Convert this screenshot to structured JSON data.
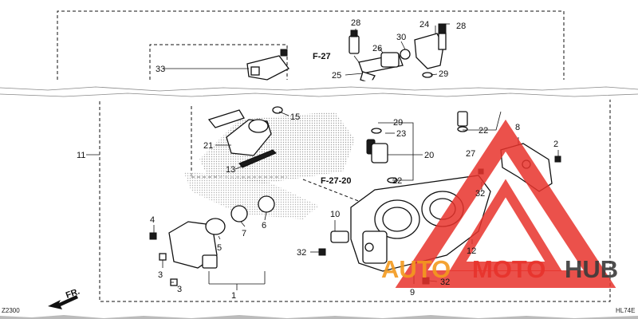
{
  "diagram": {
    "callouts": {
      "n1": "1",
      "n2": "2",
      "n3a": "3",
      "n3b": "3",
      "n4": "4",
      "n5": "5",
      "n6": "6",
      "n7": "7",
      "n8": "8",
      "n9": "9",
      "n10": "10",
      "n11": "11",
      "n12": "12",
      "n13": "13",
      "n15": "15",
      "n20": "20",
      "n21": "21",
      "n22a": "22",
      "n22b": "22",
      "n23": "23",
      "n24": "24",
      "n25": "25",
      "n26": "26",
      "n27": "27",
      "n28a": "28",
      "n28b": "28",
      "n29a": "29",
      "n29b": "29",
      "n30": "30",
      "n32a": "32",
      "n32b": "32",
      "n32c": "32",
      "n33": "33"
    },
    "references": {
      "f27_top": "F-27",
      "f27_20": "F-27-20"
    },
    "front_arrow": "FR.",
    "code_left": "Z2300",
    "code_right": "HL74E"
  },
  "watermark": {
    "word_a": "AUTO",
    "word_b": "MOTO",
    "word_c": "HUB",
    "color_red": "#e8322b",
    "color_orange": "#f39a1e",
    "color_dark": "#3a3a3a"
  },
  "colors": {
    "line": "#111111",
    "paper": "#ffffff",
    "shade": "#d9d9d9"
  }
}
